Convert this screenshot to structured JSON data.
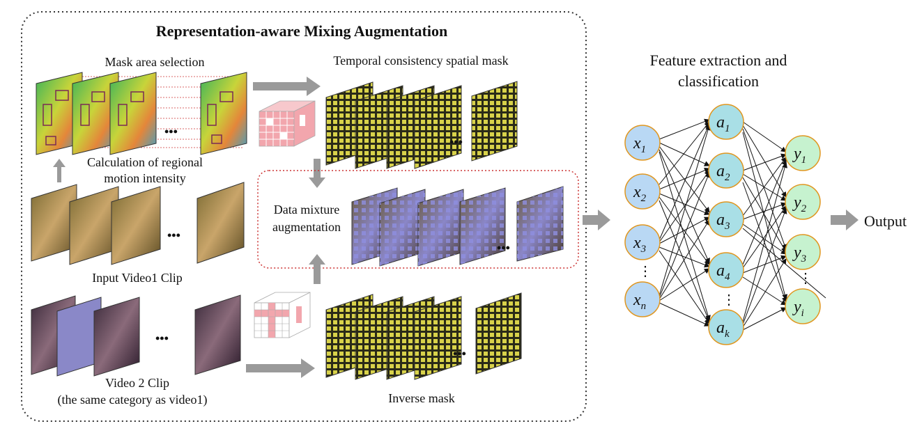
{
  "title": "Representation-aware Mixing Augmentation",
  "labels": {
    "mask_area_selection": "Mask area selection",
    "temporal_mask": "Temporal consistency spatial mask",
    "regional_motion_1": "Calculation of regional",
    "regional_motion_2": "motion intensity",
    "input_video1": "Input Video1 Clip",
    "data_mixture_1": "Data mixture",
    "data_mixture_2": "augmentation",
    "video2_1": "Video 2 Clip",
    "video2_2": "(the same category as video1)",
    "inverse_mask": "Inverse mask",
    "feature_1": "Feature extraction and",
    "feature_2": "classification",
    "output": "Output",
    "ellipsis": "•••"
  },
  "nodes": {
    "input": [
      {
        "base": "x",
        "sub": "1"
      },
      {
        "base": "x",
        "sub": "2"
      },
      {
        "base": "x",
        "sub": "3"
      },
      {
        "base": "x",
        "sub": "n"
      }
    ],
    "hidden": [
      {
        "base": "a",
        "sub": "1"
      },
      {
        "base": "a",
        "sub": "2"
      },
      {
        "base": "a",
        "sub": "3"
      },
      {
        "base": "a",
        "sub": "4"
      },
      {
        "base": "a",
        "sub": "k"
      }
    ],
    "output": [
      {
        "base": "y",
        "sub": "1"
      },
      {
        "base": "y",
        "sub": "2"
      },
      {
        "base": "y",
        "sub": "3"
      },
      {
        "base": "y",
        "sub": "i"
      }
    ],
    "vdots": "⋮"
  },
  "colors": {
    "input_fill": "#b9d8f4",
    "hidden_fill": "#a9dfe6",
    "output_fill": "#c6f2cf",
    "node_stroke": "#e0961f",
    "arrow": "#9a9a9a",
    "dashed_box": "#cc3333",
    "mask_yellow": "#d8d24a",
    "cube_pink": "#f2a6ad"
  }
}
